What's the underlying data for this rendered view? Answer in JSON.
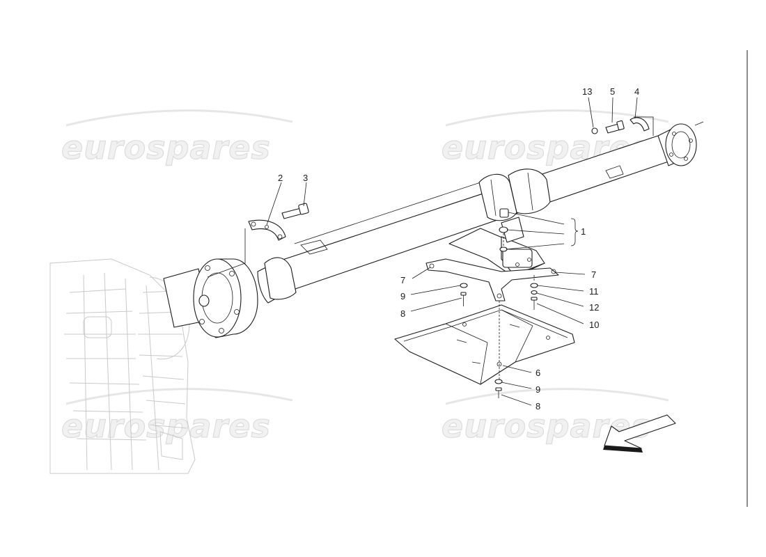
{
  "watermark": {
    "text": "eurospares"
  },
  "callouts": {
    "c1": "1",
    "c2": "2",
    "c3": "3",
    "c4": "4",
    "c5": "5",
    "c6": "6",
    "c7a": "7",
    "c7b": "7",
    "c8a": "8",
    "c8b": "8",
    "c9a": "9",
    "c9b": "9",
    "c10": "10",
    "c11": "11",
    "c12": "12",
    "c13": "13"
  }
}
